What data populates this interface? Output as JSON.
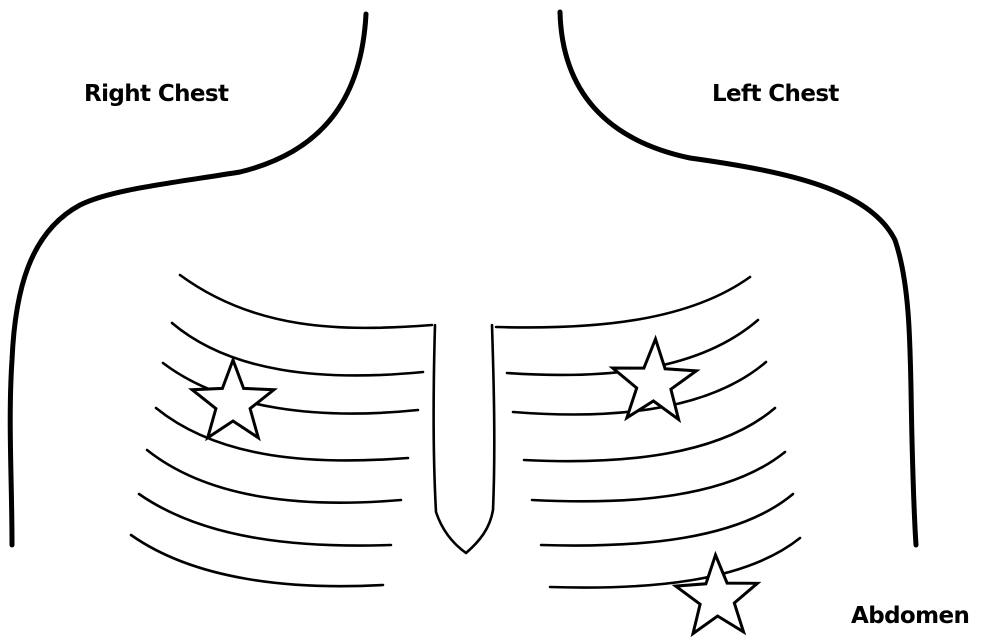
{
  "labels": {
    "right_chest": "Right Chest",
    "left_chest": "Left Chest",
    "abdomen": "Abdomen"
  },
  "markers": {
    "shape": "star",
    "count": 3
  },
  "colors": {
    "line": "#000000",
    "background": "#ffffff",
    "marker_fill": "#ffffff"
  }
}
